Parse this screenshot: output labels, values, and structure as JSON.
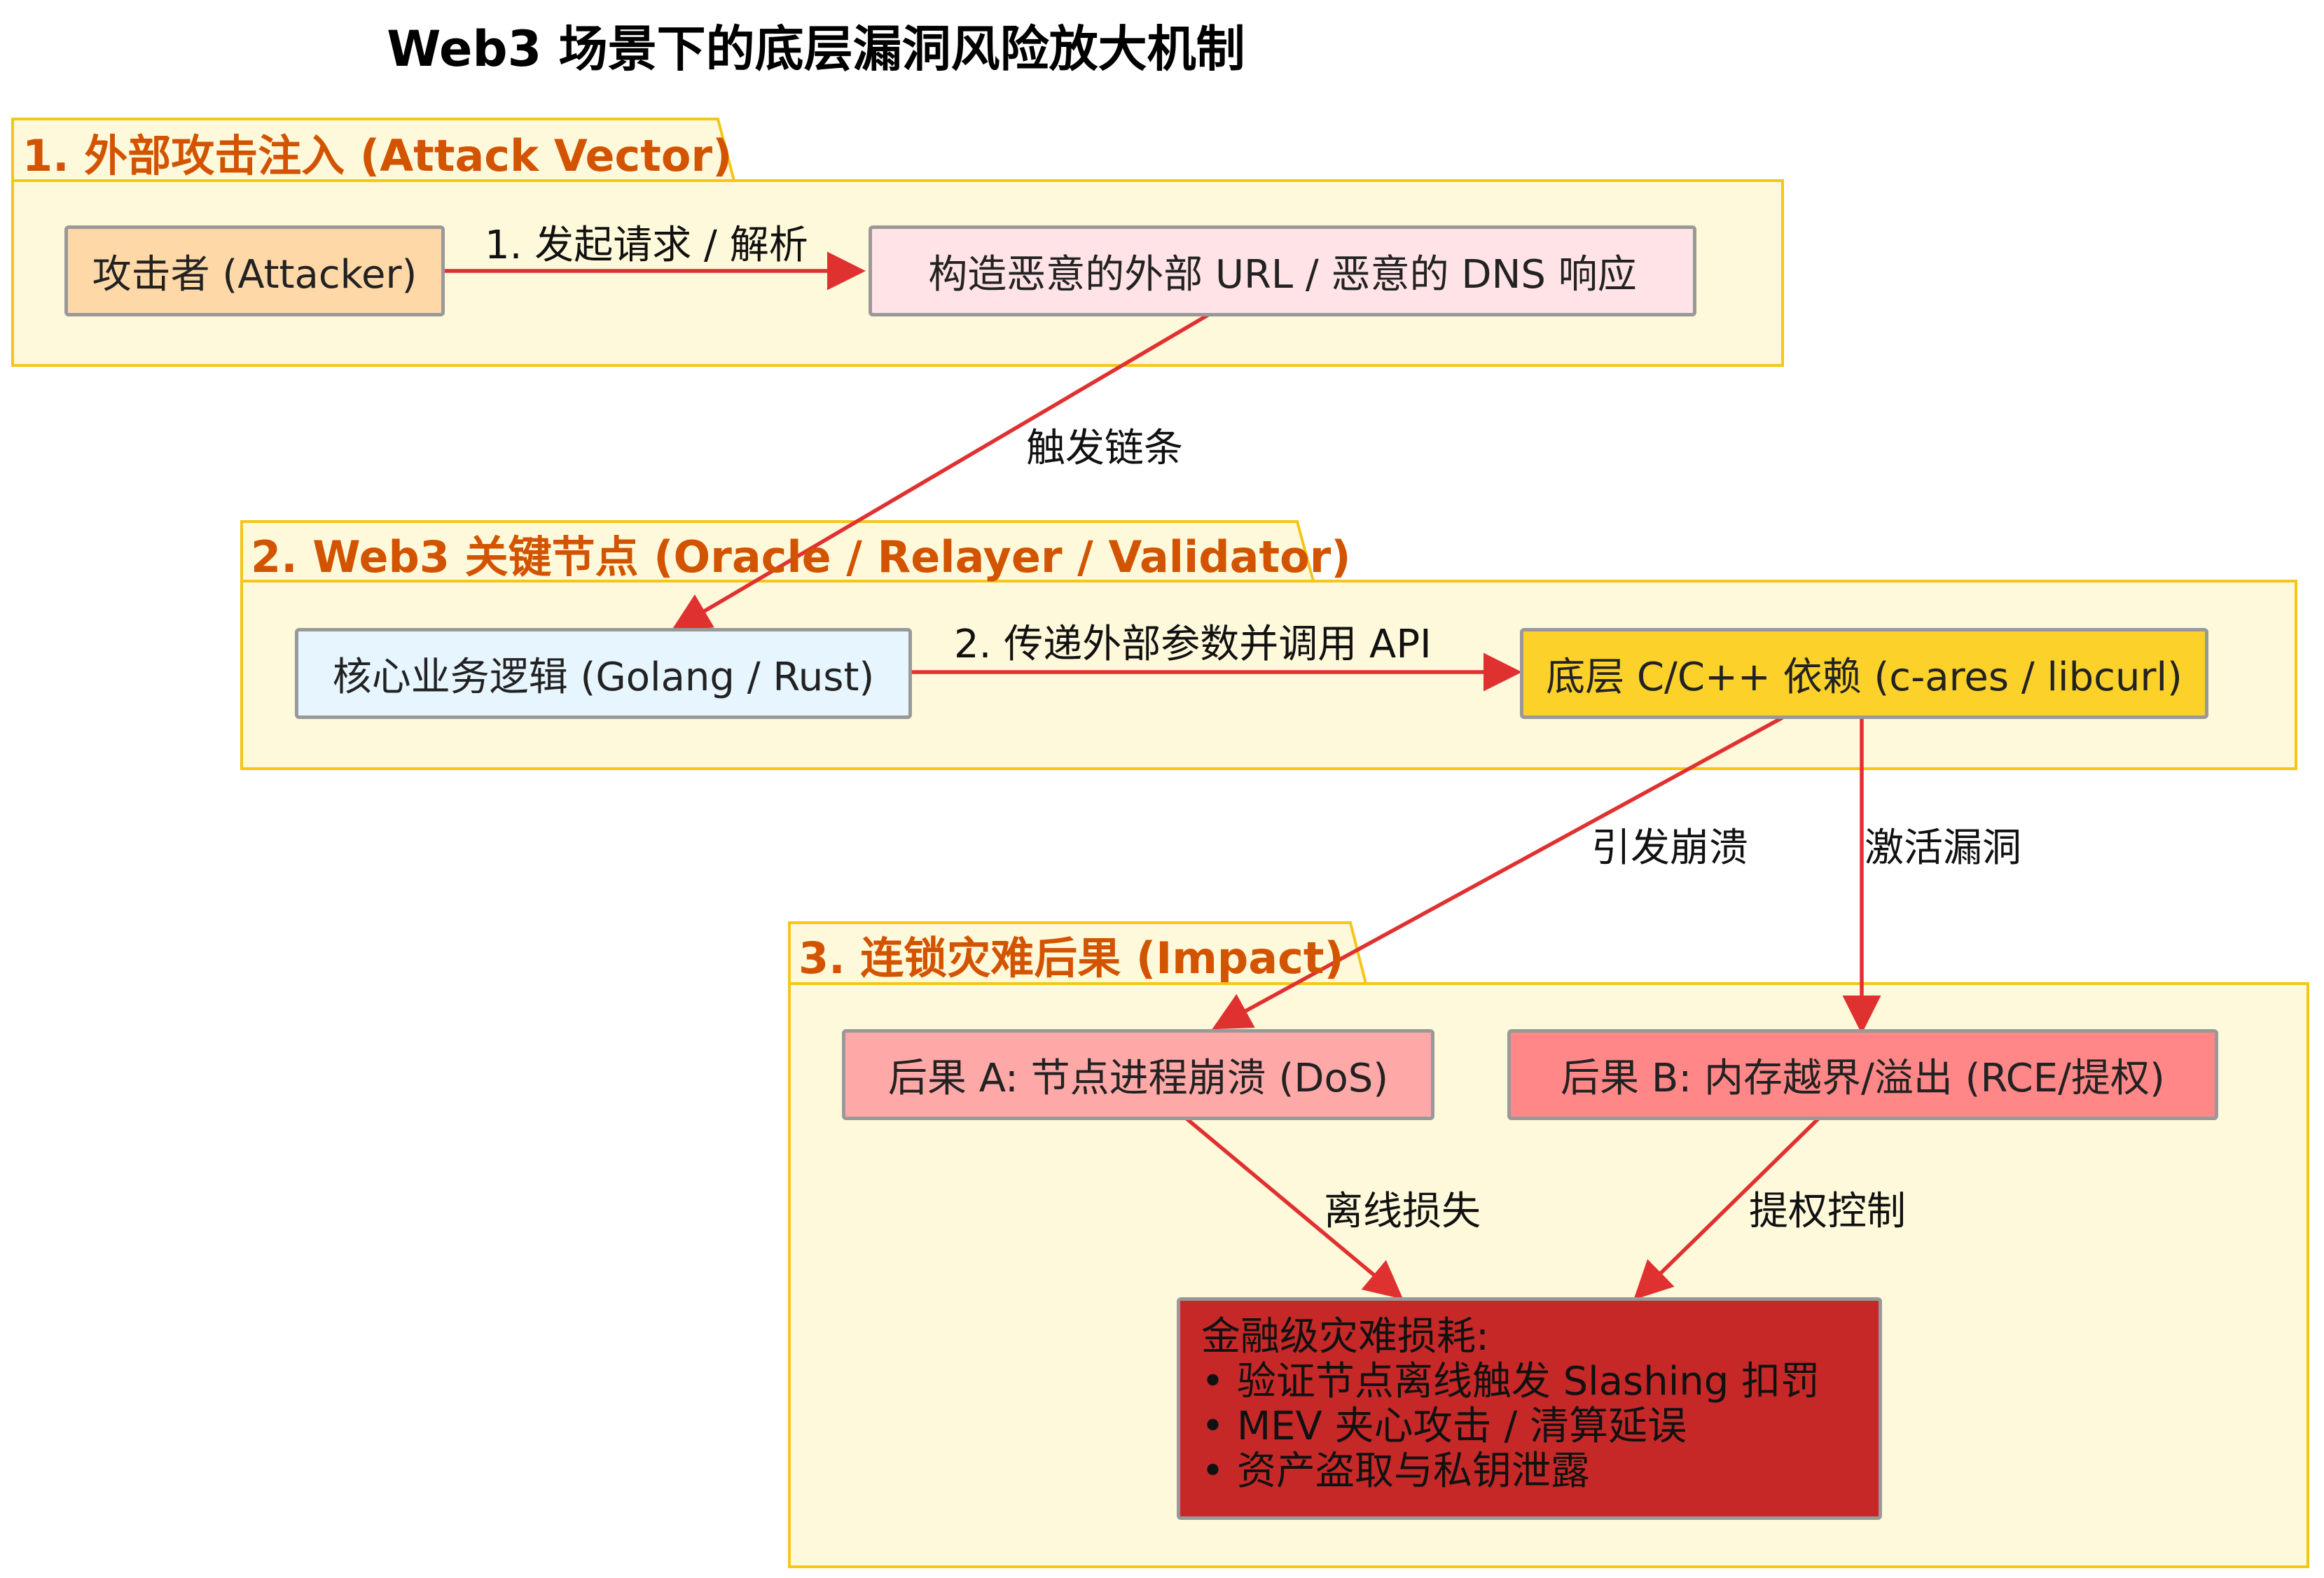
{
  "title": "Web3 场景下的底层漏洞风险放大机制",
  "clusters": {
    "c1": "1. 外部攻击注入 (Attack Vector)",
    "c2": "2. Web3 关键节点 (Oracle / Relayer / Validator)",
    "c3": "3. 连锁灾难后果 (Impact)"
  },
  "nodes": {
    "attacker": "攻击者 (Attacker)",
    "malicious": "构造恶意的外部 URL / 恶意的 DNS 响应",
    "core": "核心业务逻辑 (Golang / Rust)",
    "dep": "底层 C/C++ 依赖 (c-ares / libcurl)",
    "outcome_a": "后果 A: 节点进程崩溃 (DoS)",
    "outcome_b": "后果 B: 内存越界/溢出 (RCE/提权)",
    "impact_title": "金融级灾难损耗:",
    "impact_items": [
      "• 验证节点离线触发 Slashing 扣罚",
      "• MEV 夹心攻击 / 清算延误",
      "• 资产盗取与私钥泄露"
    ]
  },
  "edges": {
    "e1": "1. 发起请求 / 解析",
    "e2": "触发链条",
    "e3": "2. 传递外部参数并调用 API",
    "e4": "引发崩溃",
    "e5": "激活漏洞",
    "e6": "离线损失",
    "e7": "提权控制"
  },
  "colors": {
    "cluster_fill": "#fff9db",
    "cluster_border": "#f5c518",
    "edge": "#e03131",
    "attacker": "#ffd8a8",
    "malicious": "#ffe3e6",
    "core": "#e7f5ff",
    "dep": "#fcd12a",
    "outcome_a": "#ffa8a8",
    "outcome_b": "#ff8787",
    "impact": "#c62828"
  }
}
